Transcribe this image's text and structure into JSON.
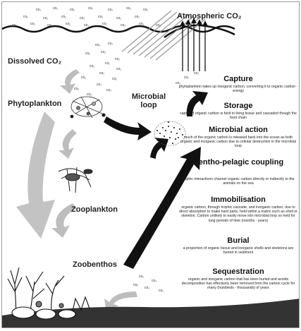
{
  "labels": {
    "atmospheric": "Atmospheric CO₂",
    "dissolved": "Dissolved CO₂",
    "phytoplankton": "Phytoplankton",
    "microbial_loop_1": "Microbial",
    "microbial_loop_2": "loop",
    "zooplankton": "Zooplankton",
    "zoobenthos": "Zoobenthos",
    "co2_mark": "co₂"
  },
  "sections": [
    {
      "title": "Capture",
      "desc": "phytoplankton takes up inorganic carbon, converting it to organic carbon - energy"
    },
    {
      "title": "Storage",
      "desc": "captured organic carbon is held in living tissue and cascaded though the food chain"
    },
    {
      "title": "Microbial action",
      "desc": "much of the organic carbon is released back into the ocean as both organic and inorganic carbon due to cellular destruction in the microbial loop"
    },
    {
      "title": "Bentho-pelagic coupling",
      "desc": "trophic interactions channel organic carbon directly or indirectly to the animals on the sea"
    },
    {
      "title": "Immobilisation",
      "desc": "organic carbon, through trophic cascade, and inorganic carbon, due to direct absorption to make hard parts, held within a matrix such as shell or skeleton. Carbon unlikely to easily move into microbial loop so held for long periods of time (months - years)"
    },
    {
      "title": "Burial",
      "desc": "a proportion of organic tissue and inorganic shells and skeletons are buried in sediment"
    },
    {
      "title": "Sequestration",
      "desc": "organic and inorganic carbon that has been buried and avoids decomposition has effectively been removed from the carbon cycle for many (hundreds - thousands) of years"
    }
  ],
  "colors": {
    "arrow_grey": "#bdbdbd",
    "arrow_black": "#111111",
    "seabed": "#333333"
  }
}
